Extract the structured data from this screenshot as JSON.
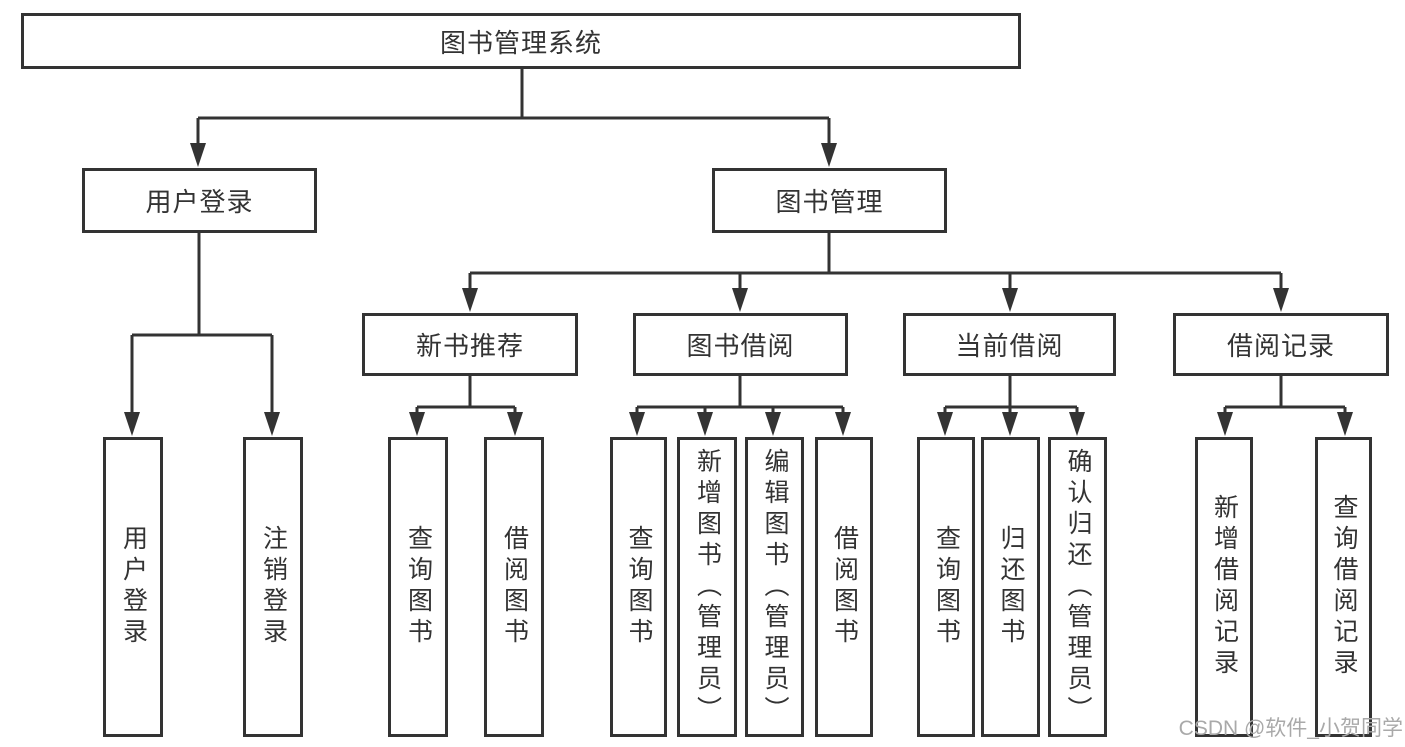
{
  "diagram": {
    "watermark": "CSDN @软件_小贺同学",
    "colors": {
      "line": "#333333",
      "box_border": "#333333",
      "text": "#333333",
      "watermark": "#a9a9a9",
      "background": "#ffffff"
    },
    "tree": {
      "root": {
        "label": "图书管理系统"
      },
      "branches": [
        {
          "label": "用户登录",
          "children": [
            {
              "label": "用户登录"
            },
            {
              "label": "注销登录"
            }
          ]
        },
        {
          "label": "图书管理",
          "groups": [
            {
              "label": "新书推荐",
              "children": [
                {
                  "label": "查询图书"
                },
                {
                  "label": "借阅图书"
                }
              ]
            },
            {
              "label": "图书借阅",
              "children": [
                {
                  "label": "查询图书"
                },
                {
                  "label": "新增图书（管理员）"
                },
                {
                  "label": "编辑图书（管理员）"
                },
                {
                  "label": "借阅图书"
                }
              ]
            },
            {
              "label": "当前借阅",
              "children": [
                {
                  "label": "查询图书"
                },
                {
                  "label": "归还图书"
                },
                {
                  "label": "确认归还（管理员）"
                }
              ]
            },
            {
              "label": "借阅记录",
              "children": [
                {
                  "label": "新增借阅记录"
                },
                {
                  "label": "查询借阅记录"
                }
              ]
            }
          ]
        }
      ]
    }
  }
}
